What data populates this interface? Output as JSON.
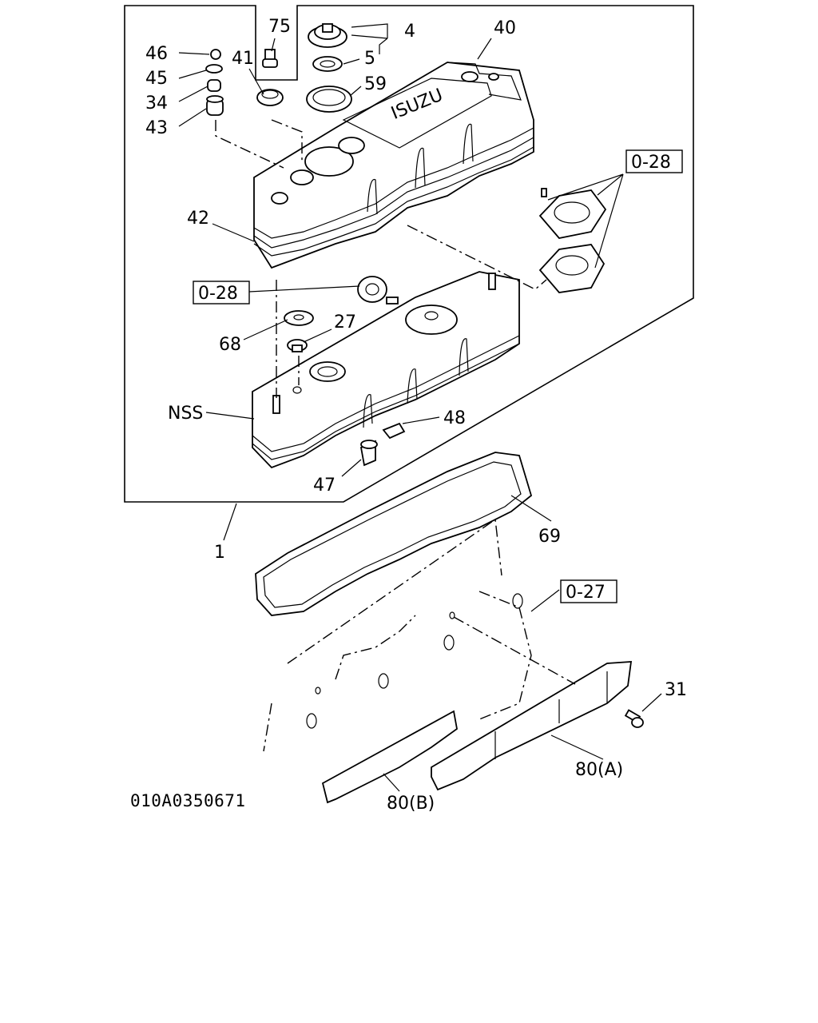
{
  "diagram_id": "010A0350671",
  "callouts": {
    "c1": "1",
    "c4": "4",
    "c5": "5",
    "c27": "27",
    "c31": "31",
    "c34": "34",
    "c40": "40",
    "c41": "41",
    "c42": "42",
    "c43": "43",
    "c45": "45",
    "c46": "46",
    "c47": "47",
    "c48": "48",
    "c59": "59",
    "c68": "68",
    "c69": "69",
    "c75": "75",
    "c80a": "80(A)",
    "c80b": "80(B)",
    "nss": "NSS"
  },
  "refs": {
    "r028_top": "0-28",
    "r028_mid": "0-28",
    "r027": "0-27"
  },
  "brand_mark": "ISUZU"
}
